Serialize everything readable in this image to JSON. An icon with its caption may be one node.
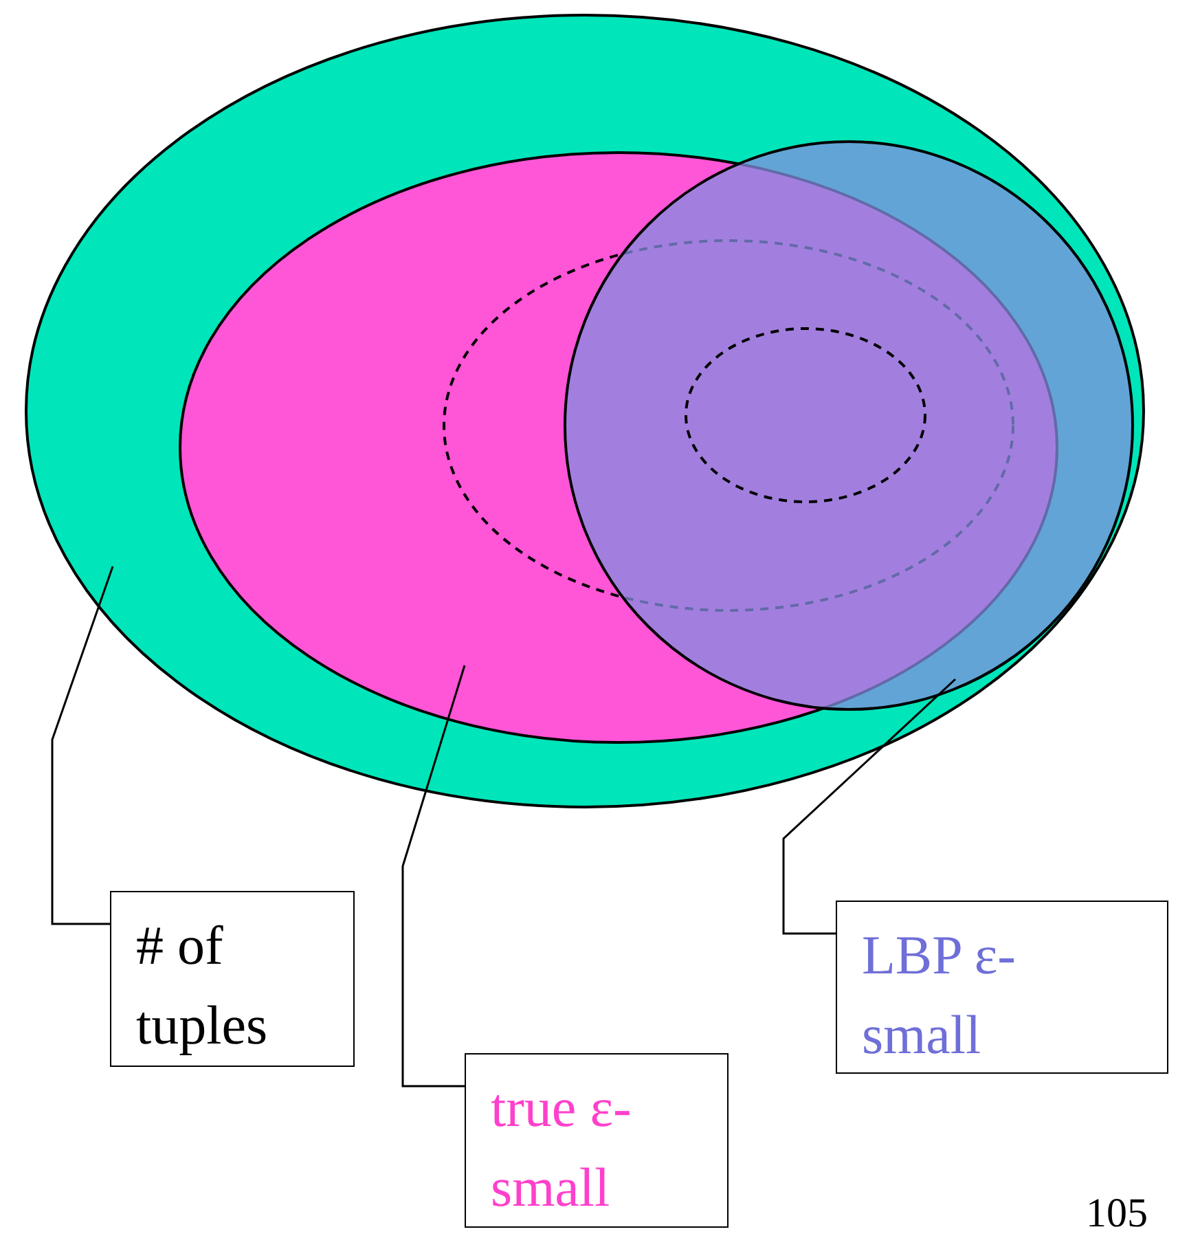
{
  "diagram": {
    "nodes": [
      {
        "text": [],
        "shape": "ellipse"
      },
      {
        "text": [],
        "shape": "ellipse",
        "in": 0
      },
      {
        "text": [],
        "shape": "circle",
        "in": 0
      },
      {
        "text": [],
        "shape": "ellipse",
        "in": 1
      },
      {
        "text": [],
        "shape": "ellipse"
      },
      {
        "text": [
          "# of tuples"
        ]
      },
      {
        "text": [
          "true ε-small"
        ]
      },
      {
        "text": [
          "LBP ε-small"
        ]
      }
    ],
    "edges": [
      {
        "from": 5,
        "to": 0,
        "arrow": "none"
      },
      {
        "from": 6,
        "to": 1,
        "arrow": "none"
      },
      {
        "from": 7,
        "to": 2,
        "arrow": "none"
      }
    ],
    "labels": [
      "105"
    ]
  }
}
